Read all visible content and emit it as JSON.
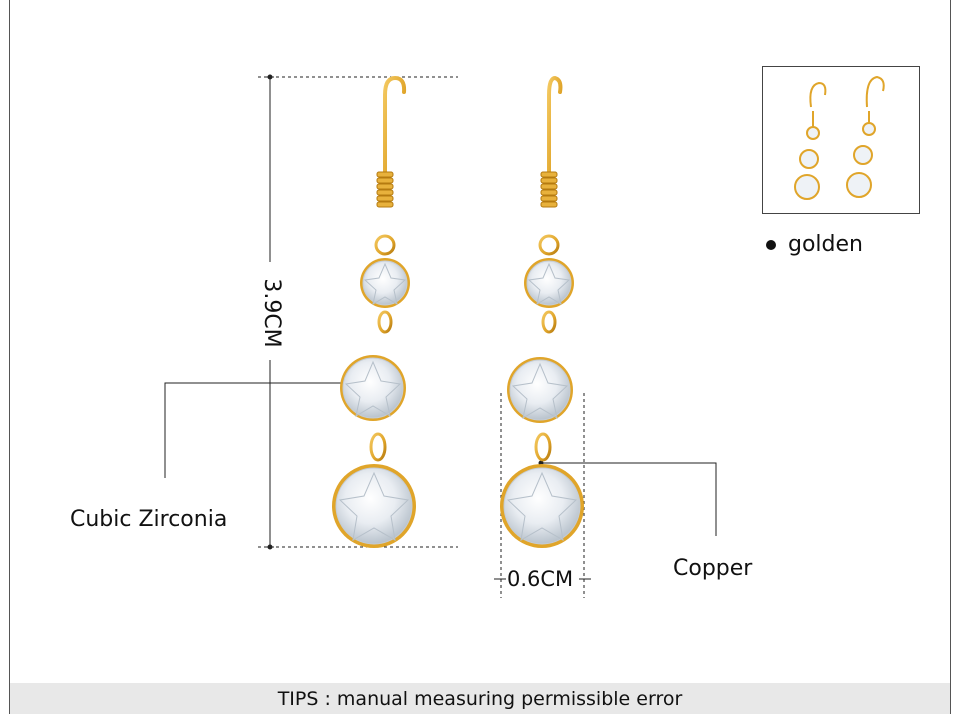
{
  "measurements": {
    "height": "3.9CM",
    "width": "0.6CM"
  },
  "callouts": {
    "stone": "Cubic Zirconia",
    "metal": "Copper"
  },
  "color_options": [
    {
      "label": "golden"
    }
  ],
  "tips": "TIPS : manual measuring permissible error",
  "colors": {
    "gold": "#e0a52a",
    "gold_dark": "#b57a10",
    "stone": "#eef2f6",
    "stone_edge": "#b8c2cc"
  }
}
